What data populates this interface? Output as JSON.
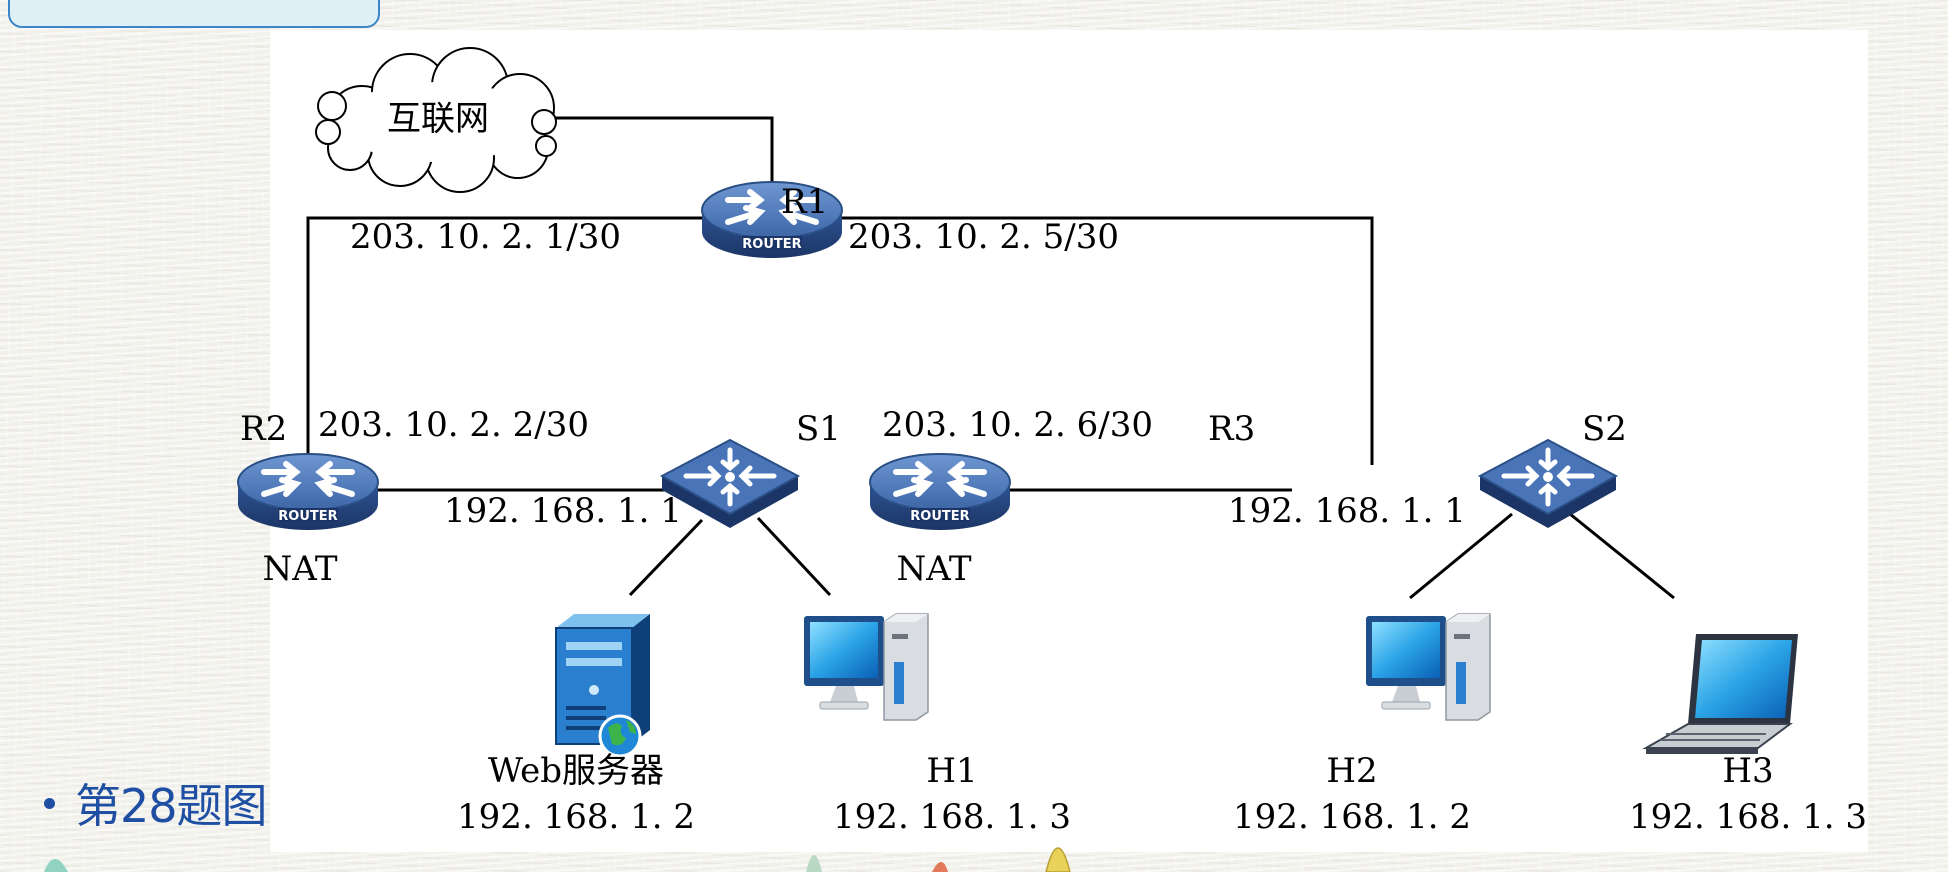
{
  "diagram": {
    "cloud_label": "互联网",
    "r1": {
      "name": "R1",
      "left_ip": "203. 10. 2. 1/30",
      "right_ip": "203. 10. 2. 5/30"
    },
    "r2": {
      "name": "R2",
      "wan_ip": "203. 10. 2. 2/30",
      "lan_ip": "192. 168. 1. 1",
      "nat": "NAT"
    },
    "r3": {
      "name": "R3",
      "wan_ip": "203. 10. 2. 6/30",
      "lan_ip": "192. 168. 1. 1",
      "nat": "NAT"
    },
    "s1": {
      "name": "S1"
    },
    "s2": {
      "name": "S2"
    },
    "web": {
      "name": "Web服务器",
      "ip": "192. 168. 1. 2"
    },
    "h1": {
      "name": "H1",
      "ip": "192. 168. 1. 3"
    },
    "h2": {
      "name": "H2",
      "ip": "192. 168. 1. 2"
    },
    "h3": {
      "name": "H3",
      "ip": "192. 168. 1. 3"
    },
    "router_badge": "ROUTER"
  },
  "caption": "第28题图",
  "colors": {
    "device_blue": "#2a4f86",
    "device_top": "#4a74b8",
    "accent_blue": "#1f4fa3"
  }
}
